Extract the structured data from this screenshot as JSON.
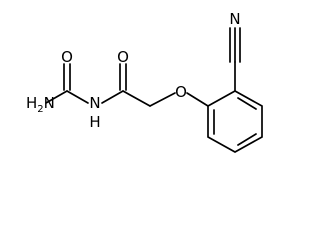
{
  "molecule": {
    "atoms": {
      "oxygen_carbonyl_left": "O",
      "oxygen_carbonyl_right": "O",
      "oxygen_ether": "O",
      "amine_element": "H",
      "amine_subscript": "2",
      "amine_n": "N",
      "amide_n": "N",
      "amide_h": "H",
      "nitrile_n": "N"
    }
  }
}
